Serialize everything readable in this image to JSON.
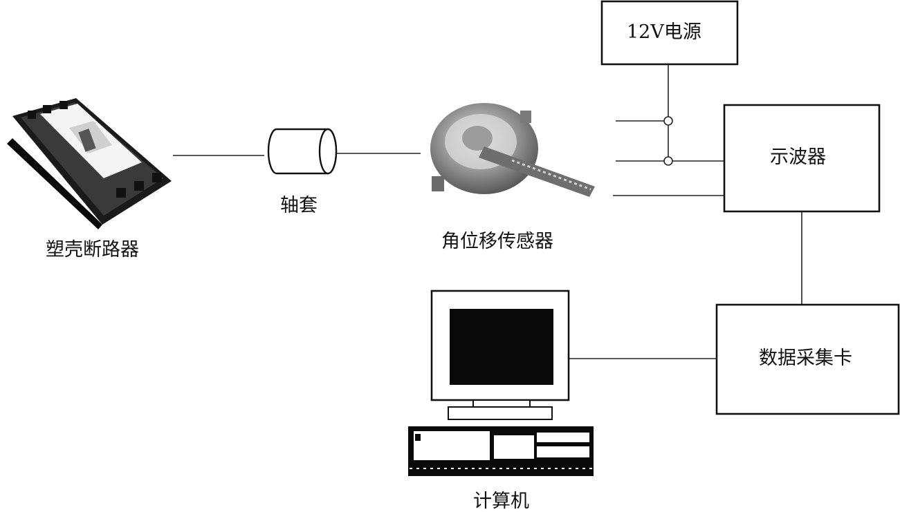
{
  "nodes": {
    "breaker": {
      "label": "塑壳断路器",
      "icon": "circuit-breaker-icon"
    },
    "sleeve": {
      "label": "轴套",
      "icon": "shaft-sleeve-icon"
    },
    "sensor": {
      "label": "角位移传感器",
      "icon": "angular-sensor-icon"
    },
    "power": {
      "label": "12V电源"
    },
    "oscilloscope": {
      "label": "示波器"
    },
    "daq": {
      "label": "数据采集卡"
    },
    "computer": {
      "label": "计算机",
      "icon": "computer-icon"
    }
  },
  "colors": {
    "line": "#222222",
    "box_stroke": "#111111",
    "text": "#111111"
  }
}
